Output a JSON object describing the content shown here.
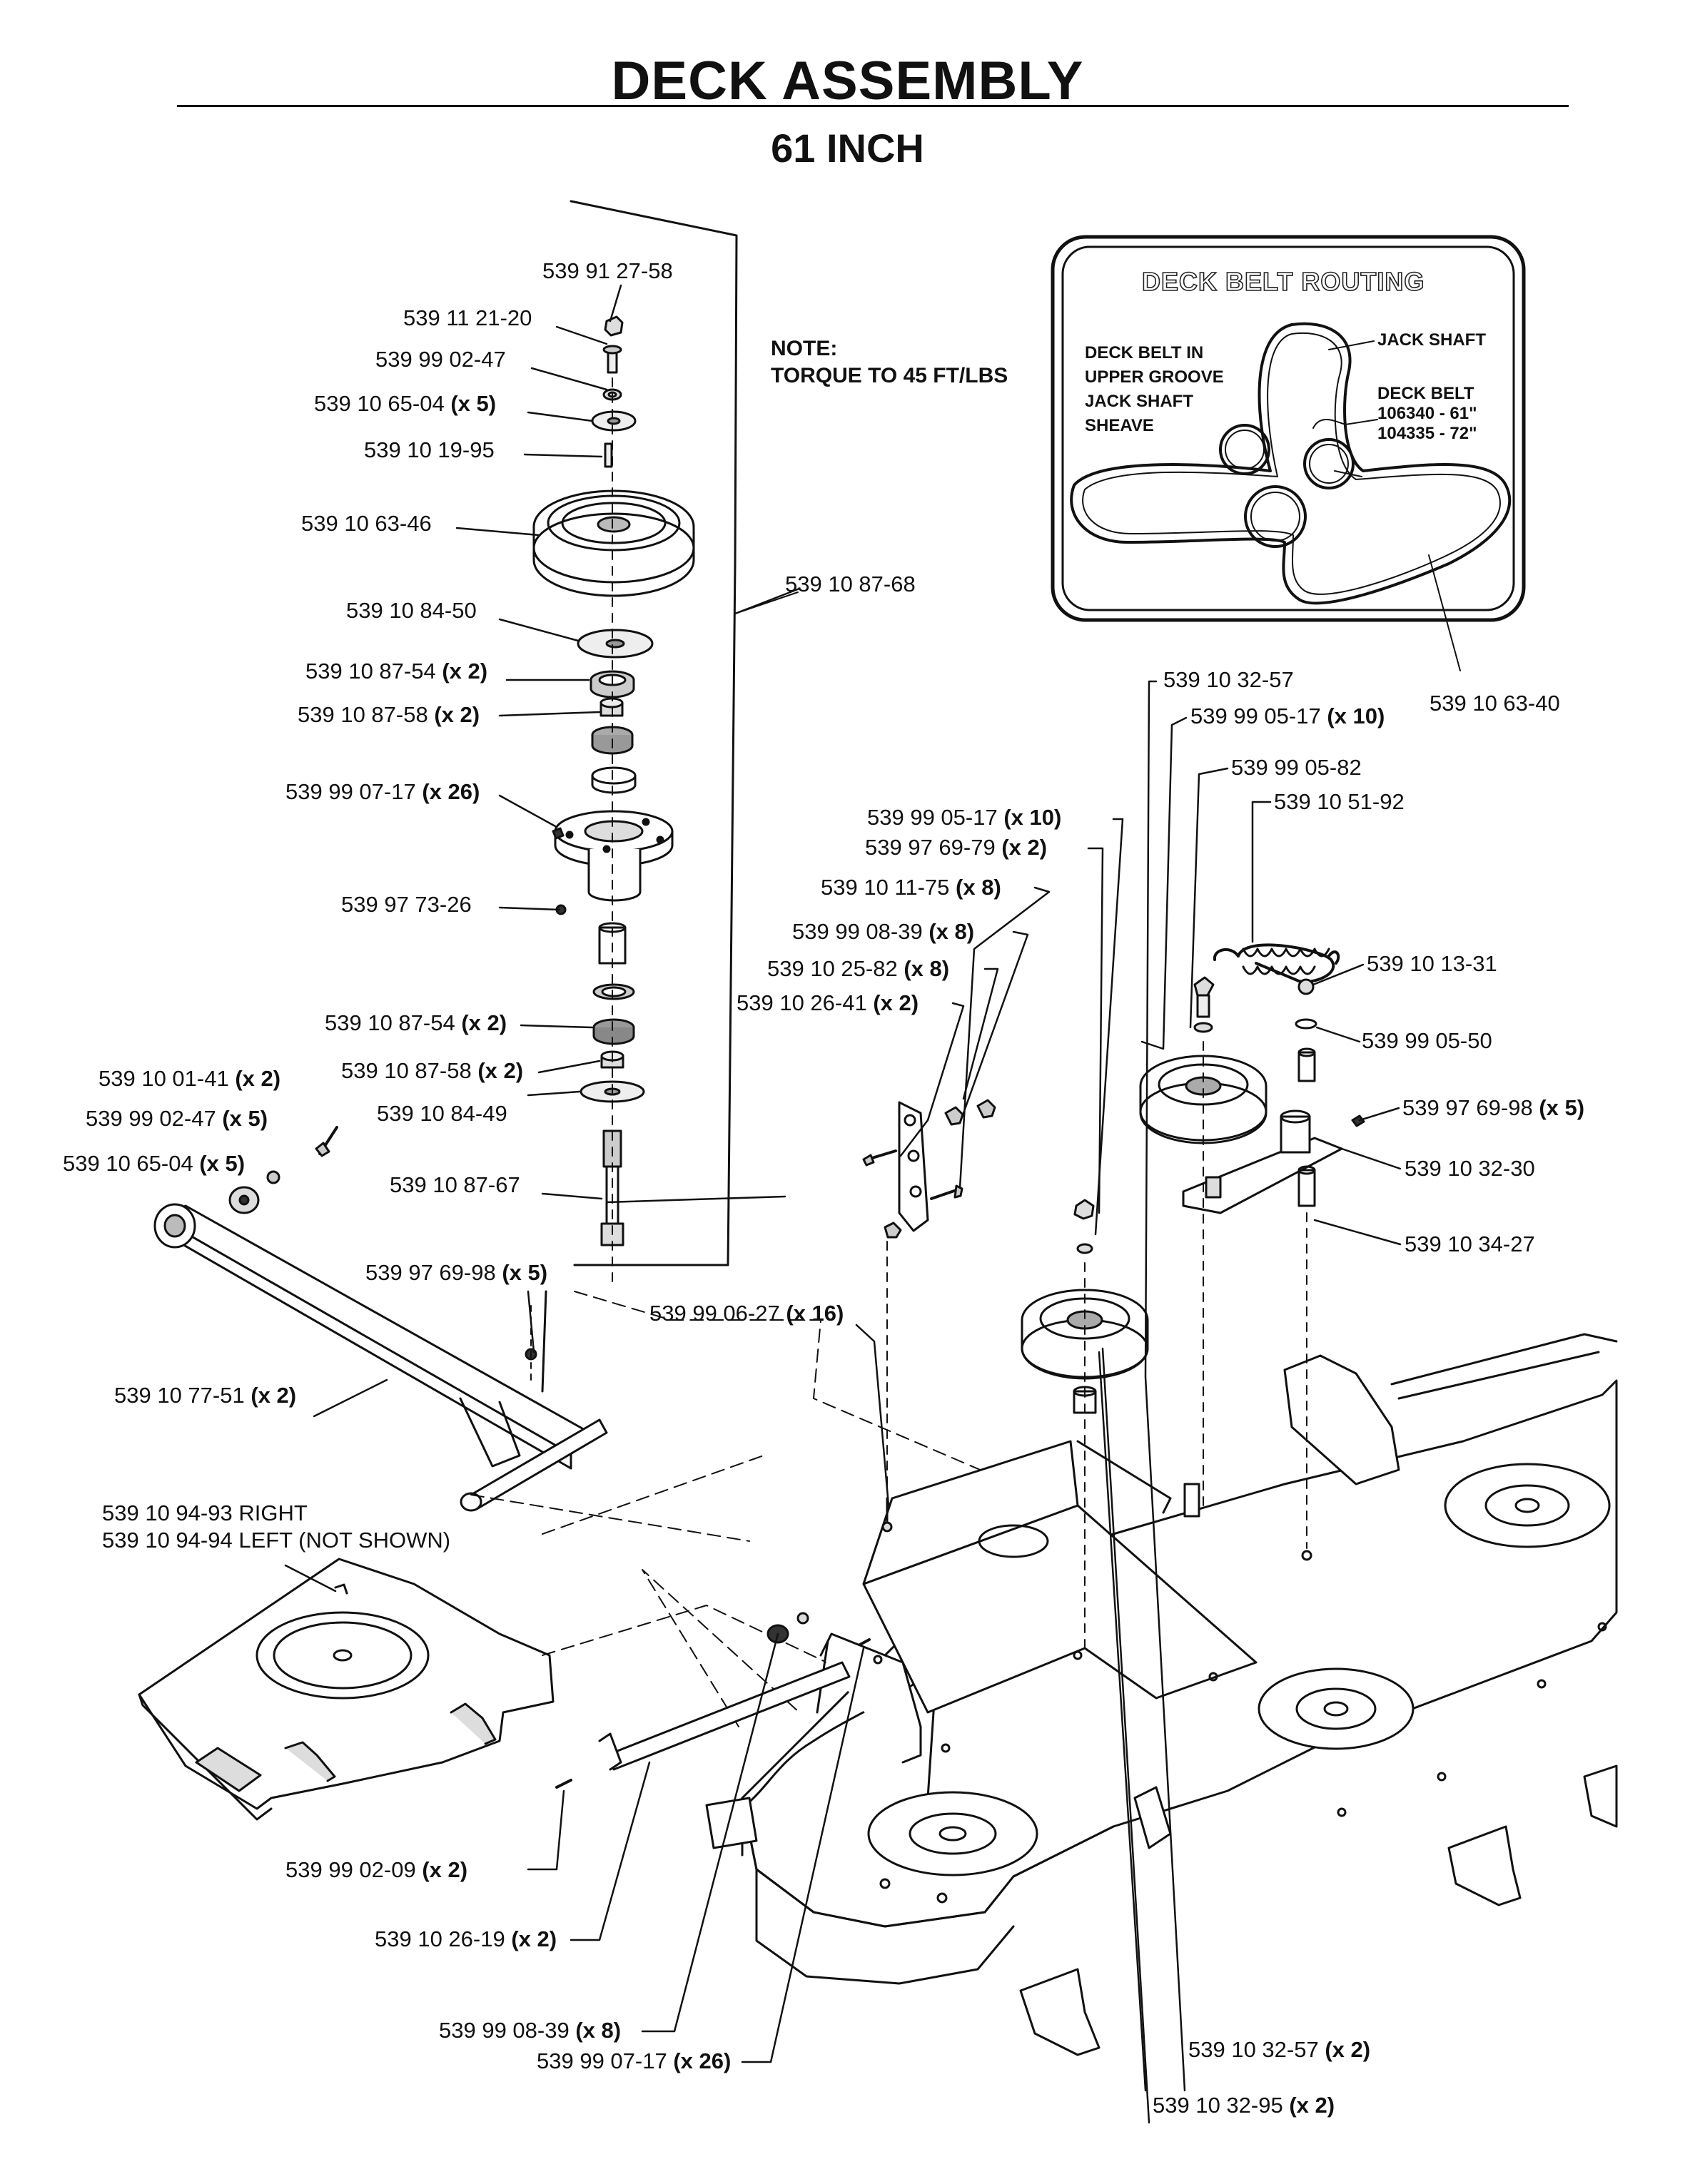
{
  "header": {
    "title": "DECK ASSEMBLY",
    "subtitle": "61 INCH"
  },
  "note": {
    "line1": "NOTE:",
    "line2": "TORQUE TO 45 FT/LBS"
  },
  "routing": {
    "title": "DECK BELT ROUTING",
    "upper_groove": [
      "DECK BELT IN",
      "UPPER GROOVE",
      "JACK SHAFT",
      "SHEAVE"
    ],
    "jack_shaft": "JACK SHAFT",
    "deck_belt": [
      "DECK BELT",
      "106340 - 61\"",
      "104335 - 72\""
    ]
  },
  "parts": [
    {
      "id": "p1",
      "num": "539 91 27-58",
      "qty": ""
    },
    {
      "id": "p2",
      "num": "539 11 21-20",
      "qty": ""
    },
    {
      "id": "p3",
      "num": "539 99 02-47",
      "qty": ""
    },
    {
      "id": "p4",
      "num": "539 10 65-04",
      "qty": "(x 5)"
    },
    {
      "id": "p5",
      "num": "539 10 19-95",
      "qty": ""
    },
    {
      "id": "p6",
      "num": "539 10 63-46",
      "qty": ""
    },
    {
      "id": "p7",
      "num": "539 10 84-50",
      "qty": ""
    },
    {
      "id": "p8",
      "num": "539 10 87-54",
      "qty": "(x 2)"
    },
    {
      "id": "p9",
      "num": "539 10 87-58",
      "qty": "(x 2)"
    },
    {
      "id": "p10",
      "num": "539 99 07-17",
      "qty": "(x 26)"
    },
    {
      "id": "p11",
      "num": "539 97 73-26",
      "qty": ""
    },
    {
      "id": "p12",
      "num": "539 10 87-54",
      "qty": "(x 2)"
    },
    {
      "id": "p13",
      "num": "539 10 87-58",
      "qty": "(x 2)"
    },
    {
      "id": "p14",
      "num": "539 10 84-49",
      "qty": ""
    },
    {
      "id": "p15",
      "num": "539 10 87-67",
      "qty": ""
    },
    {
      "id": "p16",
      "num": "539 97 69-98",
      "qty": "(x 5)"
    },
    {
      "id": "p17",
      "num": "539 10 87-68",
      "qty": ""
    },
    {
      "id": "p18",
      "num": "539 10 01-41",
      "qty": "(x 2)"
    },
    {
      "id": "p19",
      "num": "539 99 02-47",
      "qty": "(x 5)"
    },
    {
      "id": "p20",
      "num": "539 10 65-04",
      "qty": "(x 5)"
    },
    {
      "id": "p21",
      "num": "539 10 77-51",
      "qty": "(x 2)"
    },
    {
      "id": "p22",
      "num": "539 10 94-93 RIGHT",
      "qty": ""
    },
    {
      "id": "p23",
      "num": "539 10 94-94 LEFT (NOT SHOWN)",
      "qty": ""
    },
    {
      "id": "p24",
      "num": "539 99 02-09",
      "qty": "(x 2)"
    },
    {
      "id": "p25",
      "num": "539 10 26-19",
      "qty": "(x 2)"
    },
    {
      "id": "p26",
      "num": "539 99 08-39",
      "qty": "(x 8)"
    },
    {
      "id": "p27",
      "num": "539 99 07-17",
      "qty": "(x 26)"
    },
    {
      "id": "p28",
      "num": "539 99 06-27",
      "qty": "(x 16)"
    },
    {
      "id": "p29",
      "num": "539 99 05-17",
      "qty": "(x 10)"
    },
    {
      "id": "p30",
      "num": "539 97 69-79",
      "qty": "(x 2)"
    },
    {
      "id": "p31",
      "num": "539 10 11-75",
      "qty": "(x 8)"
    },
    {
      "id": "p32",
      "num": "539 99 08-39",
      "qty": "(x 8)"
    },
    {
      "id": "p33",
      "num": "539 10 25-82",
      "qty": "(x 8)"
    },
    {
      "id": "p34",
      "num": "539 10 26-41",
      "qty": "(x 2)"
    },
    {
      "id": "p35",
      "num": "539 10 32-57",
      "qty": ""
    },
    {
      "id": "p36",
      "num": "539 99 05-17",
      "qty": "(x 10)"
    },
    {
      "id": "p37",
      "num": "539 99 05-82",
      "qty": ""
    },
    {
      "id": "p38",
      "num": "539 10 51-92",
      "qty": ""
    },
    {
      "id": "p39",
      "num": "539 10 13-31",
      "qty": ""
    },
    {
      "id": "p40",
      "num": "539 99 05-50",
      "qty": ""
    },
    {
      "id": "p41",
      "num": "539 97 69-98",
      "qty": "(x 5)"
    },
    {
      "id": "p42",
      "num": "539 10 32-30",
      "qty": ""
    },
    {
      "id": "p43",
      "num": "539 10 34-27",
      "qty": ""
    },
    {
      "id": "p44",
      "num": "539 10 63-40",
      "qty": ""
    },
    {
      "id": "p45",
      "num": "539 10 32-57",
      "qty": "(x 2)"
    },
    {
      "id": "p46",
      "num": "539 10 32-95",
      "qty": "(x 2)"
    }
  ]
}
